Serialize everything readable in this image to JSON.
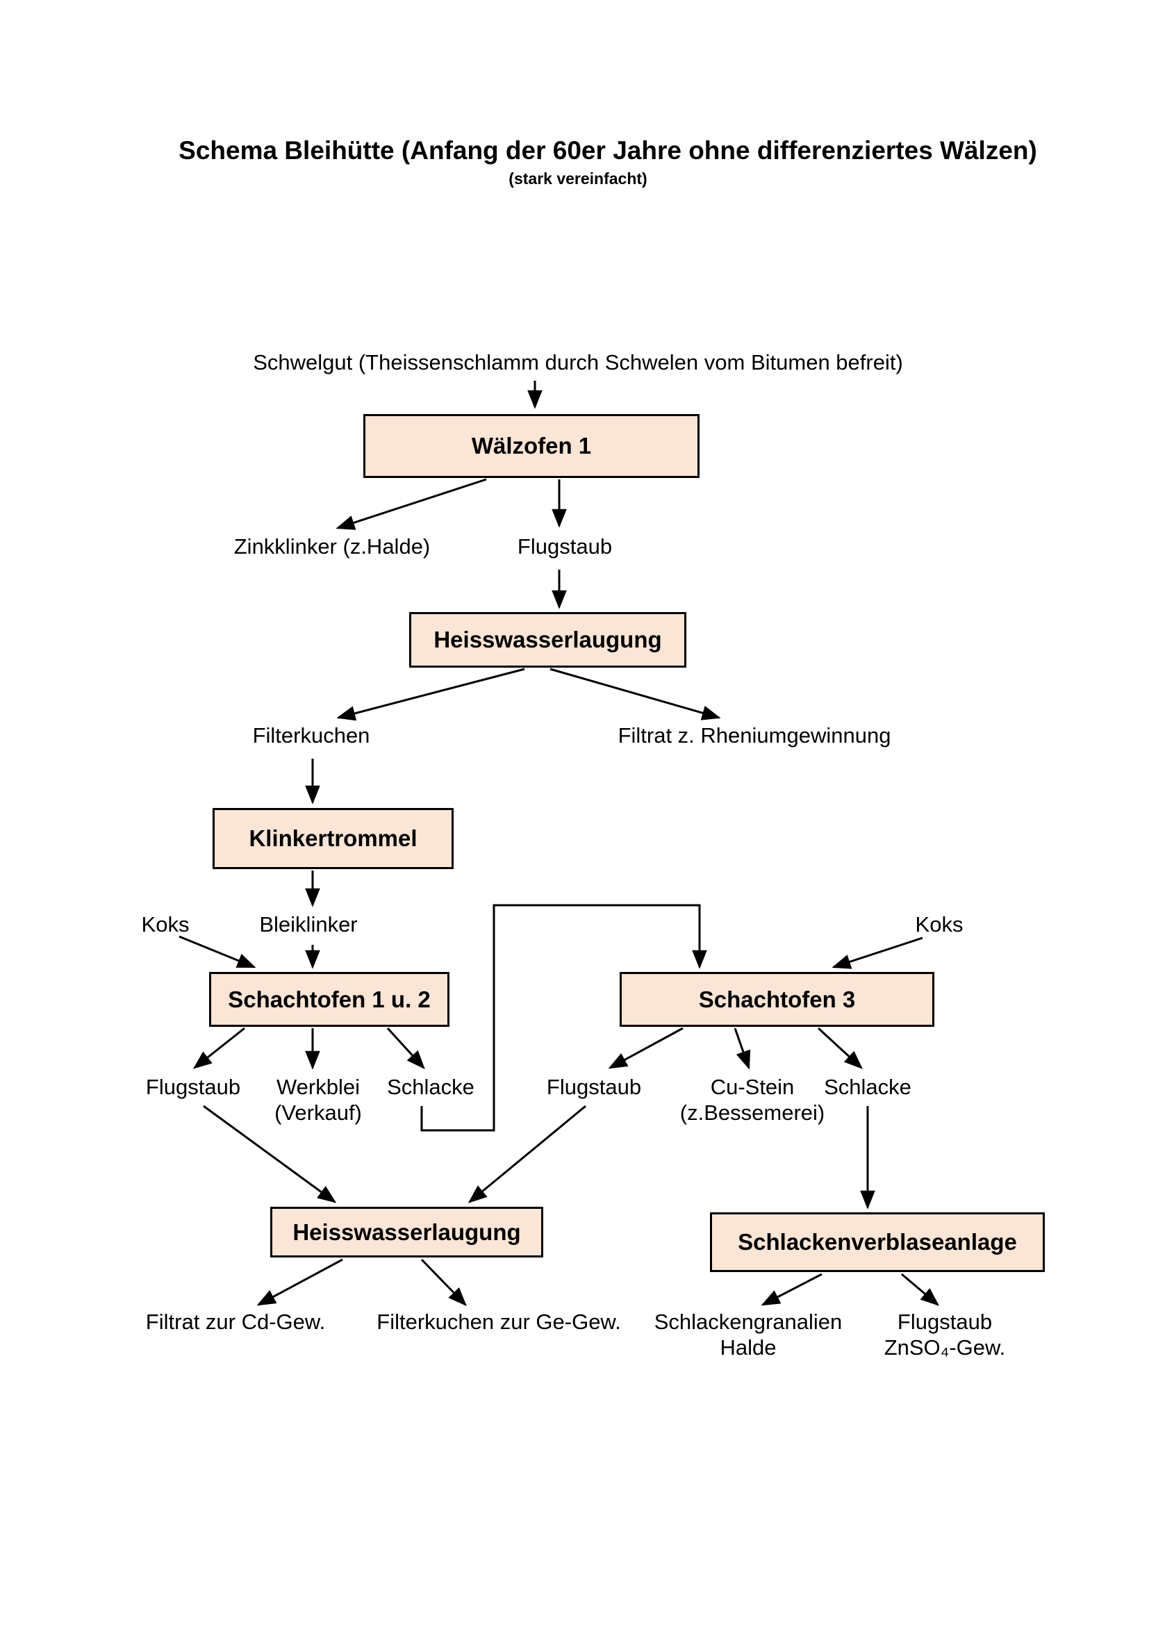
{
  "title": "Schema Bleihütte (Anfang der 60er Jahre ohne differenziertes Wälzen)",
  "subtitle": "(stark vereinfacht)",
  "colors": {
    "box_fill": "#fbe5d6",
    "box_border": "#000000"
  },
  "nodes": {
    "schwelgut": "Schwelgut (Theissenschlamm durch Schwelen vom Bitumen befreit)",
    "waelzofen_1": "Wälzofen 1",
    "zinkklinker": "Zinkklinker (z.Halde)",
    "flugstaub_1": "Flugstaub",
    "heisswasserlaugung_1": "Heisswasserlaugung",
    "filterkuchen": "Filterkuchen",
    "filtrat_rhenium": "Filtrat z. Rheniumgewinnung",
    "klinkertrommel": "Klinkertrommel",
    "koks_links": "Koks",
    "bleiklinker": "Bleiklinker",
    "koks_rechts": "Koks",
    "schachtofen_1_2": "Schachtofen 1 u. 2",
    "schachtofen_3": "Schachtofen 3",
    "flugstaub_2": "Flugstaub",
    "werkblei": "Werkblei",
    "werkblei_sub": "(Verkauf)",
    "schlacke_1": "Schlacke",
    "flugstaub_3": "Flugstaub",
    "cu_stein": "Cu-Stein",
    "cu_stein_sub": "(z.Bessemerei)",
    "schlacke_2": "Schlacke",
    "heisswasserlaugung_2": "Heisswasserlaugung",
    "schlackenverblaseanlage": "Schlackenverblaseanlage",
    "filtrat_cd": "Filtrat zur Cd-Gew.",
    "filterkuchen_ge": "Filterkuchen zur Ge-Gew.",
    "schlackengranalien": "Schlackengranalien",
    "schlackengranalien_sub": "Halde",
    "flugstaub_4": "Flugstaub",
    "znso4": "ZnSO₄-Gew."
  }
}
